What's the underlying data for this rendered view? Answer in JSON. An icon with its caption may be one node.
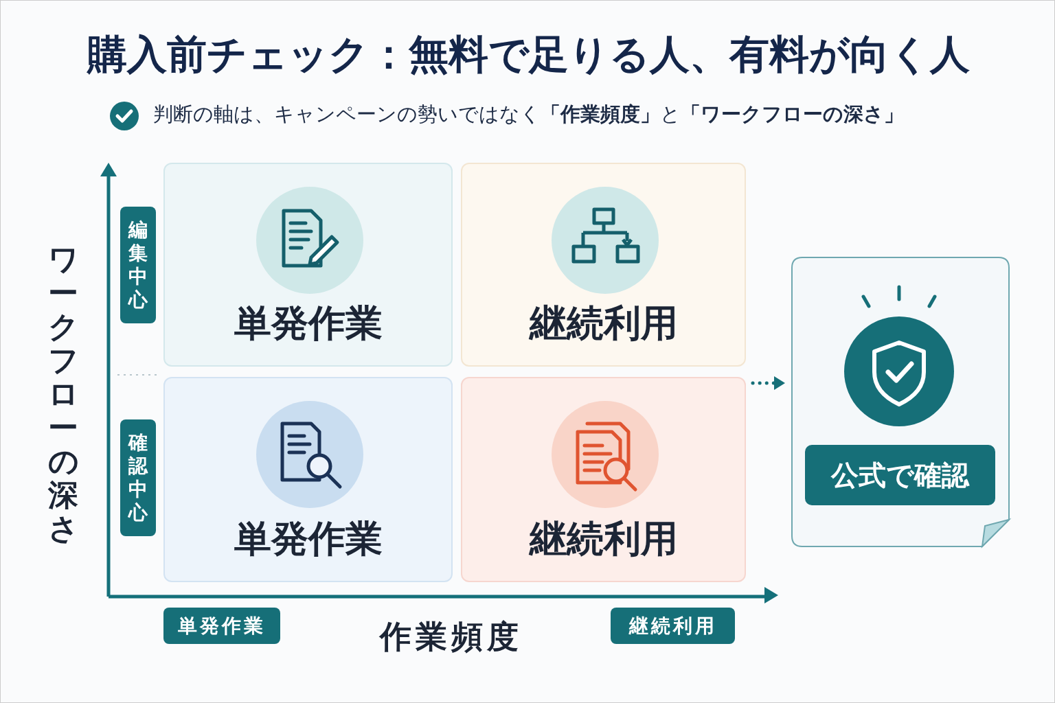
{
  "diagram": {
    "title": "購入前チェック：無料で足りる人、有料が向く人",
    "nodes": [
      {
        "text": [
          "単発作業"
        ]
      },
      {
        "text": [
          "継続利用"
        ]
      },
      {
        "text": [
          "単発作業"
        ]
      },
      {
        "text": [
          "継続利用"
        ]
      },
      {
        "text": [
          "公式で確認"
        ]
      }
    ],
    "edges": [
      {
        "from": 3,
        "to": 4,
        "arrow": "to",
        "style": "dashed"
      }
    ],
    "labels": [
      "判断の軸は、キャンペーンの勢いではなく**「作業頻度」**と**「ワークフローの深さ」**",
      "編集中心",
      "ワークフローの深さ",
      "確認中心",
      "単発作業",
      "作業頻度",
      "継続利用"
    ]
  }
}
